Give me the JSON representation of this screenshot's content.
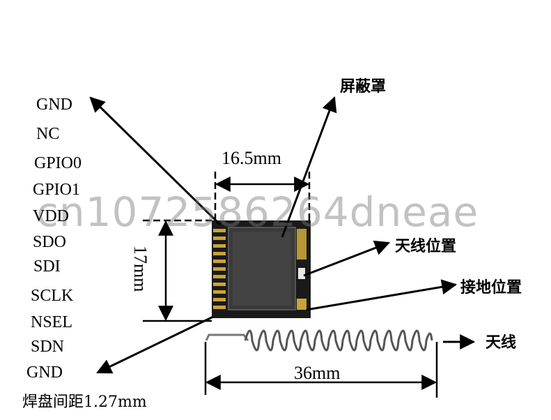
{
  "pins": [
    "GND",
    "NC",
    "GPIO0",
    "GPIO1",
    "VDD",
    "SDO",
    "SDI",
    "SCLK",
    "NSEL",
    "SDN",
    "GND"
  ],
  "labels": {
    "shield": "屏蔽罩",
    "antenna_position": "天线位置",
    "ground_position": "接地位置",
    "antenna": "天线",
    "pad_pitch": "焊盘间距1.27mm"
  },
  "dimensions": {
    "width": "16.5mm",
    "height": "17mm",
    "antenna_length": "36mm"
  },
  "watermark": "cn1072586264dneae",
  "colors": {
    "line": "#000000",
    "module_pcb": "#1a1a1a",
    "shield": "#3a3a3a",
    "pad_gold": "#c9a437",
    "spring": "#555555"
  }
}
